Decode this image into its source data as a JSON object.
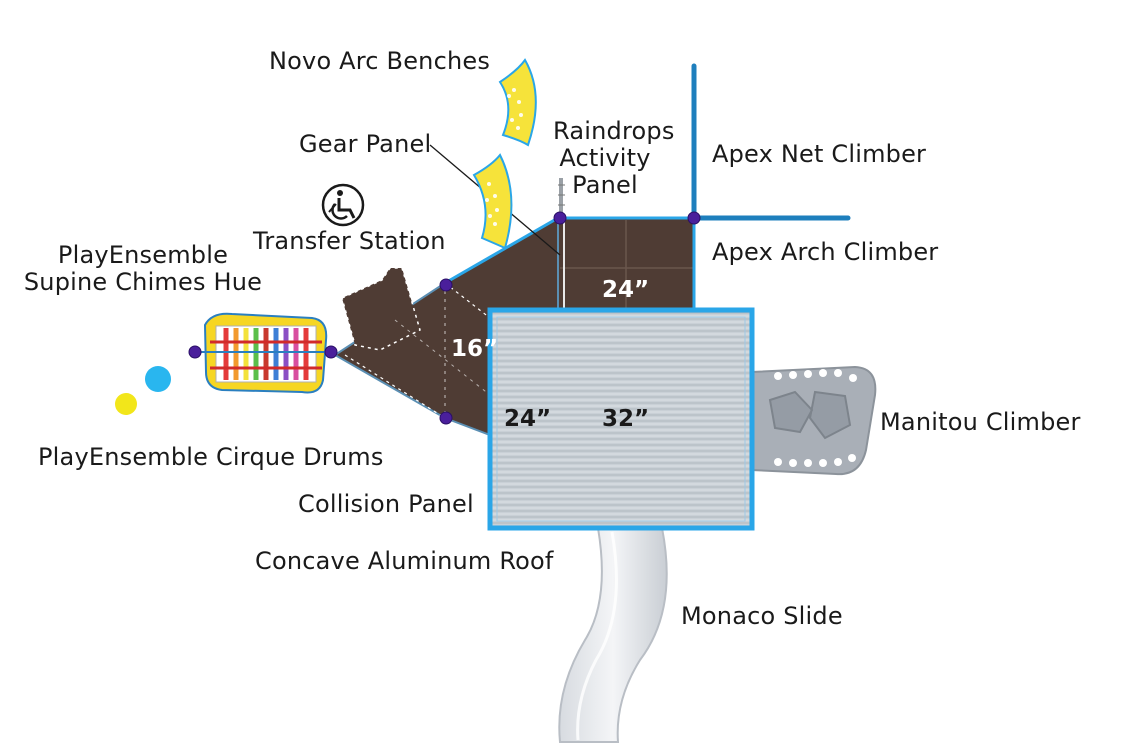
{
  "labels": {
    "novo_arc_benches": "Novo Arc Benches",
    "gear_panel": "Gear Panel",
    "raindrops_activity_panel": [
      "Raindrops",
      "Activity",
      "Panel"
    ],
    "apex_net_climber": "Apex Net Climber",
    "apex_arch_climber": "Apex Arch Climber",
    "transfer_station": "Transfer Station",
    "playensemble_supine_chimes_hue": [
      "PlayEnsemble",
      "Supine Chimes Hue"
    ],
    "playensemble_cirque_drums": "PlayEnsemble Cirque Drums",
    "collision_panel": "Collision Panel",
    "concave_aluminum_roof": "Concave Aluminum Roof",
    "monaco_slide": "Monaco Slide",
    "manitou_climber": "Manitou Climber"
  },
  "deck_heights": {
    "upper_deck": "24”",
    "left_deck": "16”",
    "roof_left": "24”",
    "roof_center": "32”"
  },
  "icons": {
    "accessibility": "wheelchair-accessible-icon"
  },
  "colors": {
    "deck_brown": "#4f3c34",
    "roof_blue": "#2aa6e8",
    "roof_gray": "#c6cdd3",
    "post_purple": "#4a1f9b",
    "bench_yellow": "#f6e33a",
    "climber_gray": "#aab0b8",
    "slide_white": "#e9ebee",
    "drum_blue": "#29b6ef",
    "drum_yellow": "#f2e61a"
  }
}
